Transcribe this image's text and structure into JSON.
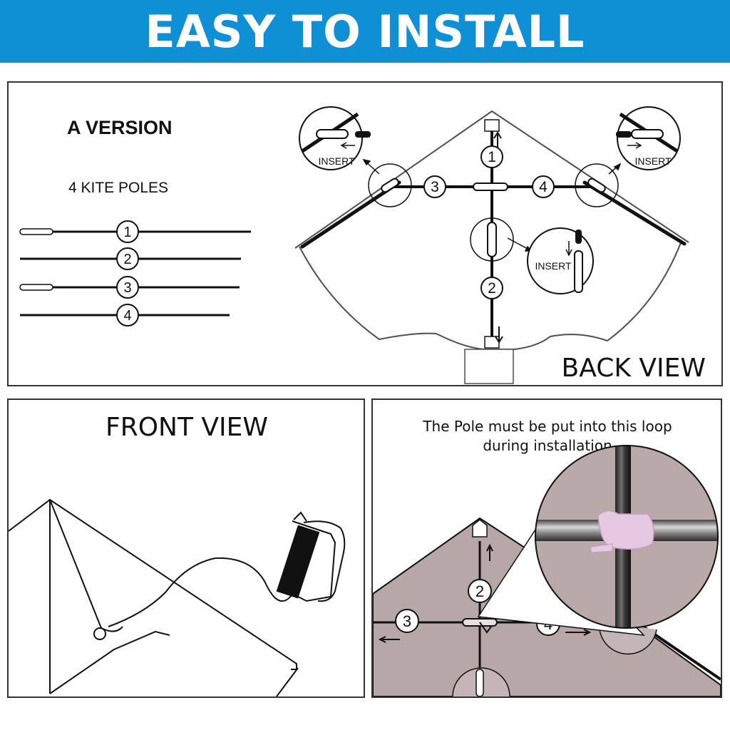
{
  "header": {
    "title": "EASY TO INSTALL"
  },
  "colors": {
    "banner": "#0f8fd6",
    "kite_fabric": "#b7a7a7",
    "loop_ribbon": "#e7c8e2"
  },
  "legend": {
    "version": "A VERSION",
    "poles_title": "4 KITE POLES",
    "poles": [
      {
        "number": "1",
        "has_end_cap": true
      },
      {
        "number": "2",
        "has_end_cap": false
      },
      {
        "number": "3",
        "has_end_cap": true
      },
      {
        "number": "4",
        "has_end_cap": false
      }
    ]
  },
  "back_view": {
    "label": "BACK VIEW",
    "pole_numbers": [
      "1",
      "2",
      "3",
      "4"
    ],
    "insert_callouts": [
      "INSERT",
      "INSERT",
      "INSERT"
    ]
  },
  "front_view": {
    "label": "FRONT VIEW"
  },
  "loop_panel": {
    "caption_line1": "The Pole must be put into this loop",
    "caption_line2": "during installation",
    "pole_numbers": [
      "2",
      "3",
      "4"
    ]
  }
}
